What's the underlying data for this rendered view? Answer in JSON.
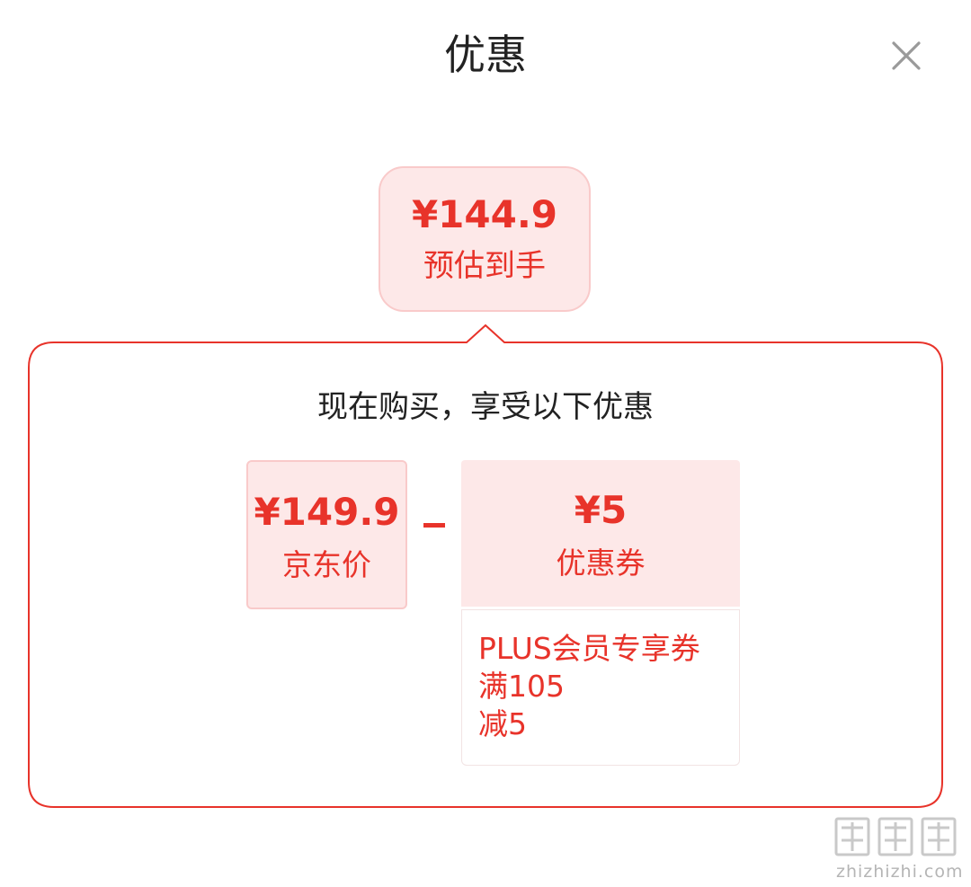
{
  "dialog": {
    "title": "优惠",
    "close_icon": "close-icon"
  },
  "estimate": {
    "amount": "¥144.9",
    "label": "预估到手"
  },
  "panel": {
    "heading": "现在购买，享受以下优惠",
    "price": {
      "amount": "¥149.9",
      "label": "京东价"
    },
    "operator": "minus-icon",
    "coupon": {
      "amount": "¥5",
      "label": "优惠券",
      "detail_lines": [
        "PLUS会员专享券",
        "满105",
        "减5"
      ]
    }
  },
  "watermark": {
    "mark": "watermark-logo",
    "text": "zhizhizhi.com"
  },
  "colors": {
    "accent": "#e8332a",
    "accent_bg": "#fde8e8",
    "accent_border": "#f9caca",
    "title_text": "#222222"
  }
}
